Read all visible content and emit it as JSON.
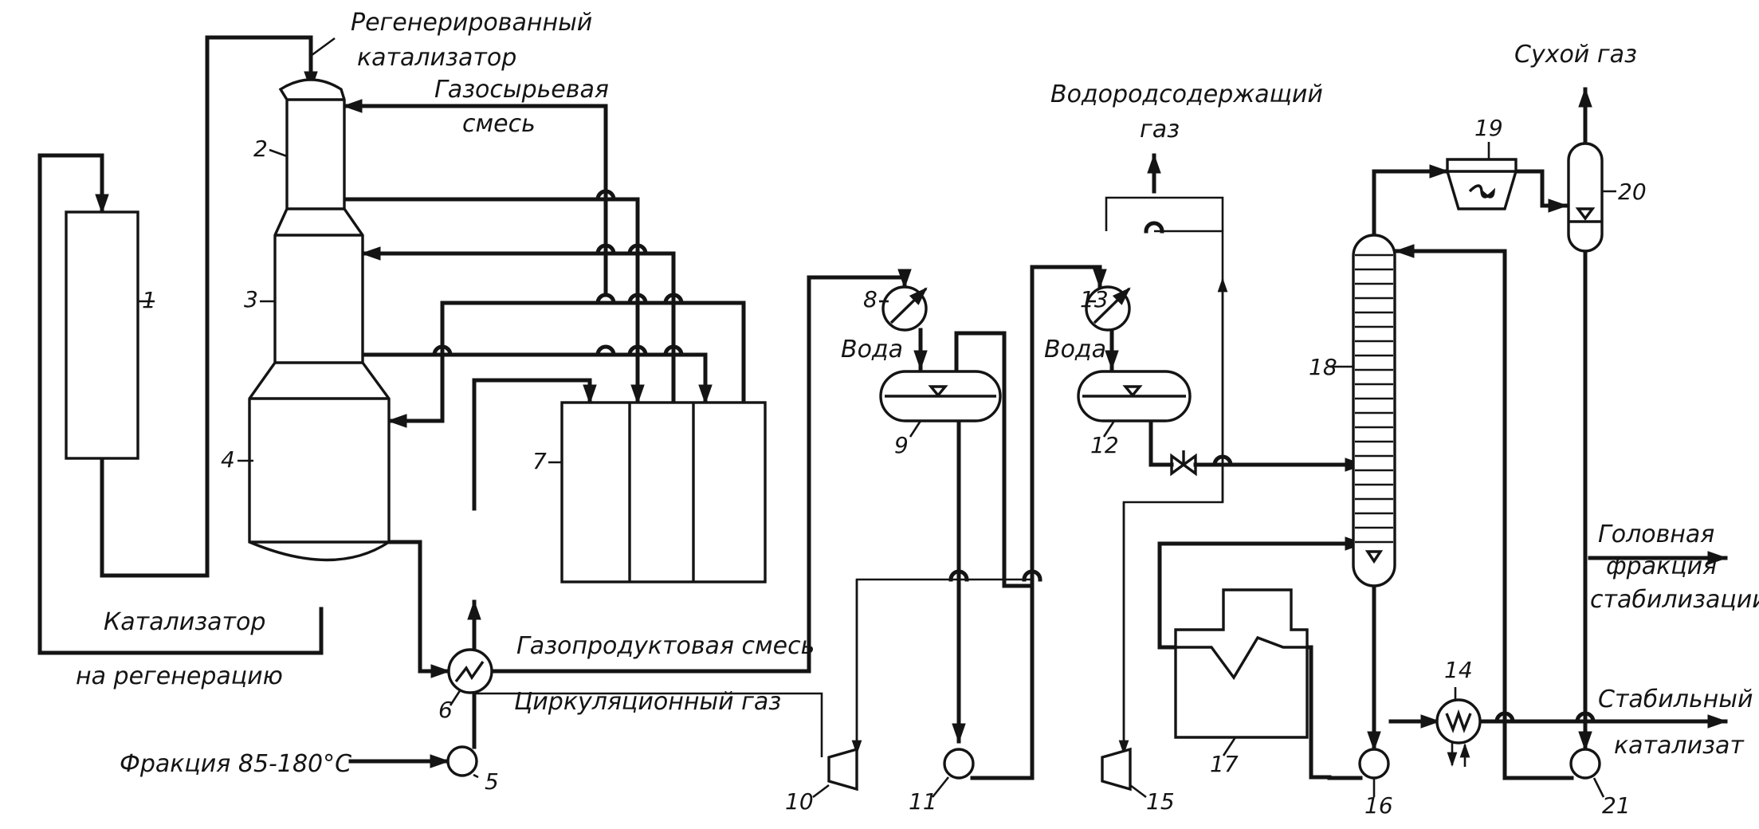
{
  "diagram": {
    "labels": {
      "regenerated_catalyst_1": "Регенерированный",
      "regenerated_catalyst_2": "катализатор",
      "gas_feed_mix_1": "Газосырьевая",
      "gas_feed_mix_2": "смесь",
      "hydrogen_gas_1": "Водородсодержащий",
      "hydrogen_gas_2": "газ",
      "dry_gas": "Сухой газ",
      "water_8": "Вода",
      "water_13": "Вода",
      "catalyst_to_regen_1": "Катализатор",
      "catalyst_to_regen_2": "на регенерацию",
      "gas_product_mix": "Газопродуктовая смесь",
      "circulation_gas": "Циркуляционный газ",
      "feed_fraction": "Фракция 85-180°С",
      "head_fraction_1": "Головная",
      "head_fraction_2": "фракция",
      "head_fraction_3": "стабилизации",
      "stable_catalysate_1": "Стабильный",
      "stable_catalysate_2": "катализат"
    },
    "equipment_numbers": {
      "n1": "1",
      "n2": "2",
      "n3": "3",
      "n4": "4",
      "n5": "5",
      "n6": "6",
      "n7": "7",
      "n8": "8",
      "n9": "9",
      "n10": "10",
      "n11": "11",
      "n12": "12",
      "n13": "13",
      "n14": "14",
      "n15": "15",
      "n16": "16",
      "n17": "17",
      "n18": "18",
      "n19": "19",
      "n20": "20",
      "n21": "21"
    }
  }
}
